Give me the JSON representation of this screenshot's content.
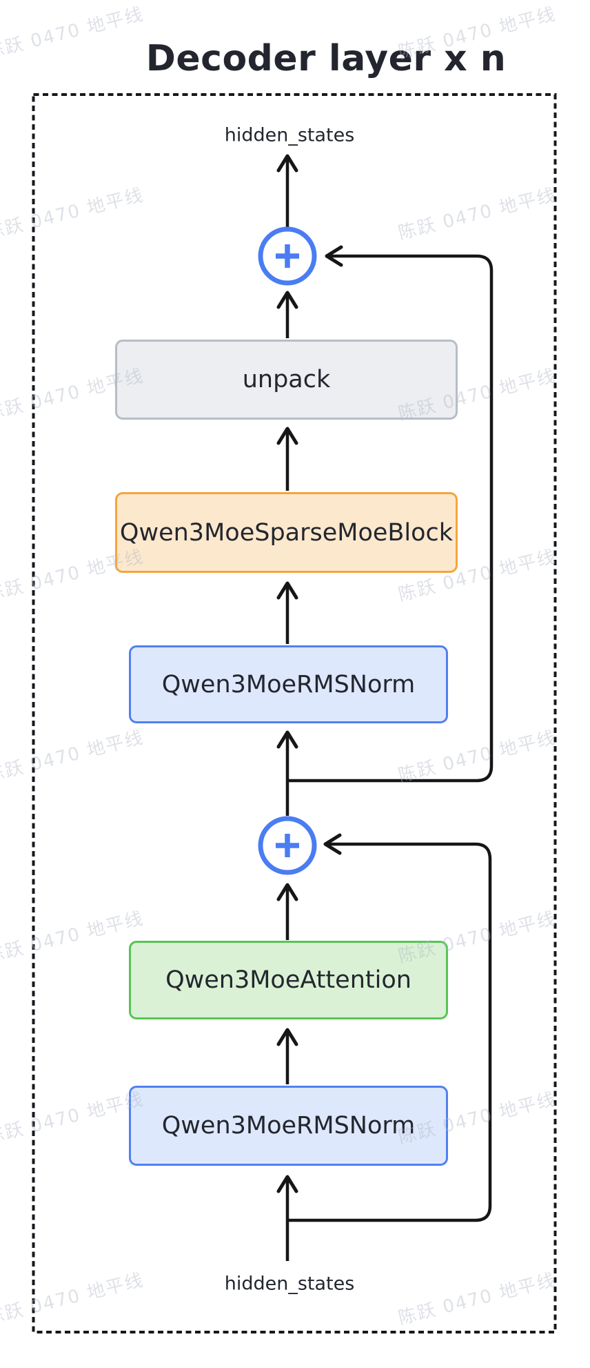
{
  "watermark": {
    "text": "陈跃 0470 地平线"
  },
  "diagram": {
    "title": "Decoder layer x n",
    "output_label": "hidden_states",
    "input_label": "hidden_states",
    "blocks": {
      "unpack": "unpack",
      "sparse_moe": "Qwen3MoeSparseMoeBlock",
      "post_attention_layernorm": "Qwen3MoeRMSNorm",
      "self_attn": "Qwen3MoeAttention",
      "input_layernorm": "Qwen3MoeRMSNorm"
    },
    "icons": {
      "add_top": "plus-in-circle",
      "add_bottom": "plus-in-circle"
    },
    "colors": {
      "accent_blue": "#4a7cf2",
      "box_blue_fill": "#dee8fc",
      "box_blue_border": "#5080ef",
      "box_green_fill": "#daf1d5",
      "box_green_border": "#58c455",
      "box_orange_fill": "#fce8cd",
      "box_orange_border": "#f6a43c",
      "box_gray_fill": "#eceef1",
      "box_gray_border": "#b7bdc6",
      "line": "#161616",
      "text": "#23262e",
      "watermark_text": "#dfe3e9"
    }
  }
}
